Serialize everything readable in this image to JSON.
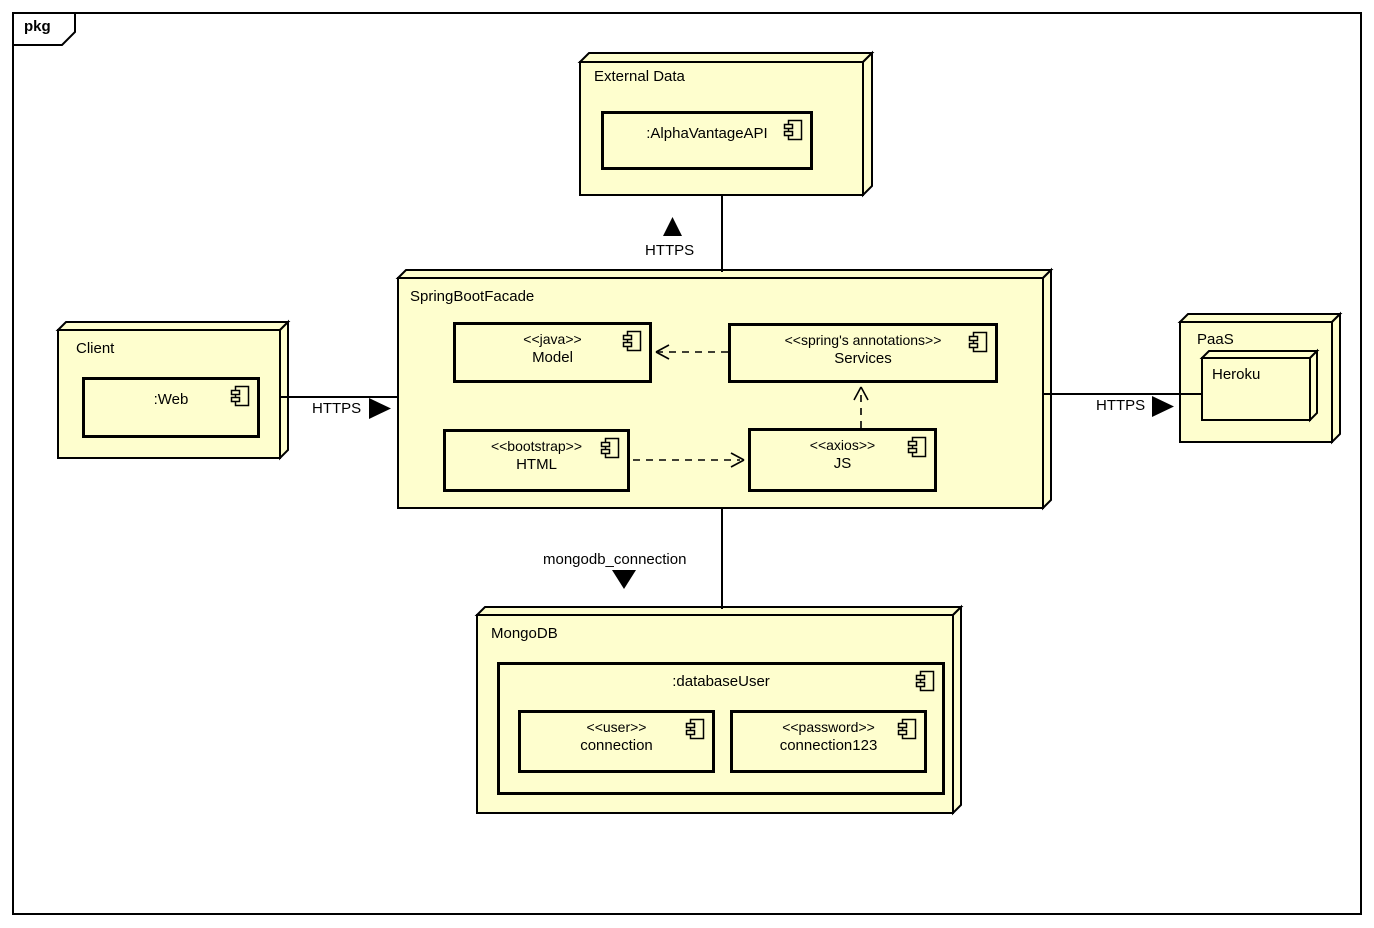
{
  "diagram": {
    "frame_label": "pkg",
    "colors": {
      "node_fill": "#FEFECE",
      "border": "#000000",
      "background": "#FFFFFF"
    },
    "nodes": {
      "external_data": {
        "label": "External Data"
      },
      "springboot_facade": {
        "label": "SpringBootFacade"
      },
      "client": {
        "label": "Client"
      },
      "paas": {
        "label": "PaaS"
      },
      "heroku": {
        "label": "Heroku"
      },
      "mongodb": {
        "label": "MongoDB"
      }
    },
    "components": {
      "alpha_vantage": {
        "name": ":AlphaVantageAPI"
      },
      "web": {
        "name": ":Web"
      },
      "model": {
        "stereotype": "<<java>>",
        "name": "Model"
      },
      "services": {
        "stereotype": "<<spring's annotations>>",
        "name": "Services"
      },
      "html": {
        "stereotype": "<<bootstrap>>",
        "name": "HTML"
      },
      "js": {
        "stereotype": "<<axios>>",
        "name": "JS"
      },
      "database_user": {
        "name": ":databaseUser"
      },
      "user_connection": {
        "stereotype": "<<user>>",
        "name": "connection"
      },
      "password_connection": {
        "stereotype": "<<password>>",
        "name": "connection123"
      }
    },
    "connections": {
      "facade_to_external": {
        "label": "HTTPS"
      },
      "client_to_facade": {
        "label": "HTTPS"
      },
      "facade_to_paas": {
        "label": "HTTPS"
      },
      "facade_to_mongodb": {
        "label": "mongodb_connection"
      }
    }
  }
}
